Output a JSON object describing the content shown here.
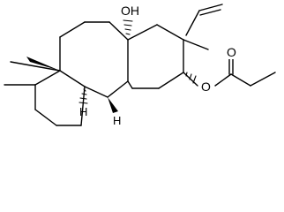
{
  "structure": {
    "atom_labels": {
      "oh_top": "OH",
      "h_left": "H",
      "h_bottom": "H",
      "o_ester_right": "O",
      "o_carbonyl_top": "O"
    }
  }
}
